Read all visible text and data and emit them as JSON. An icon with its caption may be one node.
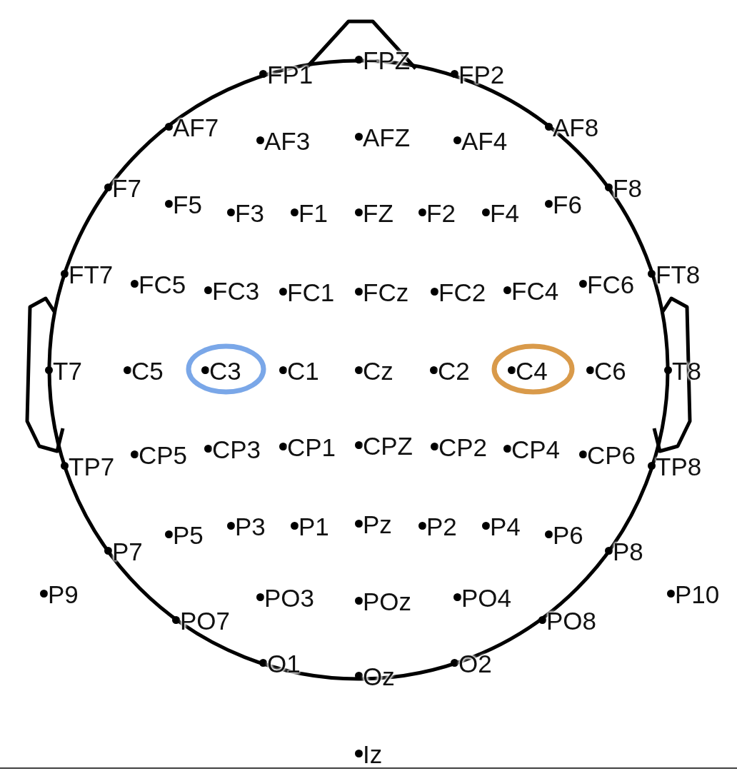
{
  "diagram": {
    "nodes": [
      {
        "text": [
          "C3"
        ]
      },
      {
        "text": [
          "C4"
        ]
      }
    ],
    "labels": [
      "FP1",
      "FPZ",
      "FP2",
      "AF7",
      "AF3",
      "AFZ",
      "AF4",
      "AF8",
      "F7",
      "F5",
      "F3",
      "F1",
      "FZ",
      "F2",
      "F4",
      "F6",
      "F8",
      "FT7",
      "FC5",
      "FC3",
      "FC1",
      "FCz",
      "FC2",
      "FC4",
      "FC6",
      "FT8",
      "T7",
      "C5",
      "C1",
      "Cz",
      "C2",
      "C6",
      "T8",
      "TP7",
      "CP5",
      "CP3",
      "CP1",
      "CPZ",
      "CP2",
      "CP4",
      "CP6",
      "TP8",
      "P7",
      "P5",
      "P3",
      "P1",
      "Pz",
      "P2",
      "P4",
      "P6",
      "P8",
      "P9",
      "PO7",
      "PO3",
      "POz",
      "PO4",
      "PO8",
      "P10",
      "O1",
      "Oz",
      "O2",
      "Iz"
    ]
  }
}
